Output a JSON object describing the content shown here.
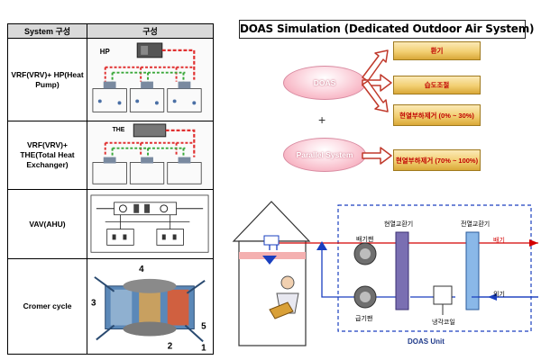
{
  "table": {
    "header_system": "System 구성",
    "header_config": "구성",
    "rows": [
      {
        "name": "VRF(VRV)+ HP(Heat Pump)",
        "equip_label": "HP"
      },
      {
        "name": "VRF(VRV)+ THE(Total Heat Exchanger)",
        "equip_label": "THE"
      },
      {
        "name": "VAV(AHU)"
      },
      {
        "name": "Cromer cycle",
        "numbers": [
          "4",
          "3",
          "1",
          "2",
          "5"
        ]
      }
    ]
  },
  "title": "DOAS Simulation (Dedicated Outdoor Air System)",
  "ovals": {
    "doas": "DOAS",
    "parallel": "Parallel System"
  },
  "plus": "+",
  "boxes": {
    "ventilation": "환기",
    "humidity": "습도조절",
    "latent_doas": "현열부하제거 (0% ~ 30%)",
    "latent_parallel": "현열부하제거 (70% ~ 100%)"
  },
  "diagram": {
    "exhaust_fan": "배기팬",
    "sensible_hx": "현열교환기",
    "total_hx": "전열교환기",
    "exhaust": "배기",
    "supply_fan": "급기팬",
    "cooling_coil": "냉각코일",
    "outdoor_air": "외기",
    "unit_label": "DOAS Unit"
  },
  "colors": {
    "accent_red": "#d40000",
    "box_gold": "#f2cf72",
    "oval_pink": "#f8b9c7",
    "arrow_blue": "#1a3fbf"
  }
}
